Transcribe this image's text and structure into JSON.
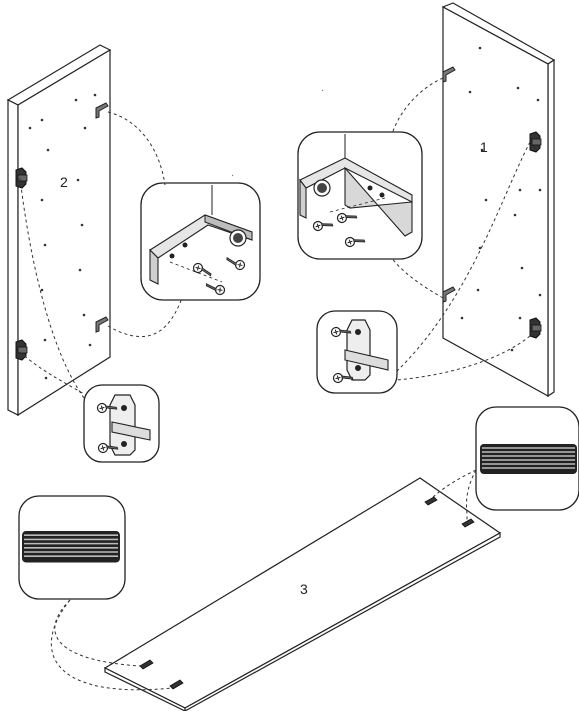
{
  "labels": {
    "panel_1": "1",
    "panel_2": "2",
    "panel_3": "3"
  },
  "colors": {
    "line": "#222222",
    "panel_fill": "#ffffff",
    "detail_fill": "#f2f2f2",
    "dowel_dark": "#333333"
  },
  "icons": {
    "hinge_plate": "cabinet-hinge-mount-plate",
    "angle_bracket": "metal-corner-bracket",
    "dowel": "wooden-dowel-pin",
    "screw": "wood-screw"
  }
}
